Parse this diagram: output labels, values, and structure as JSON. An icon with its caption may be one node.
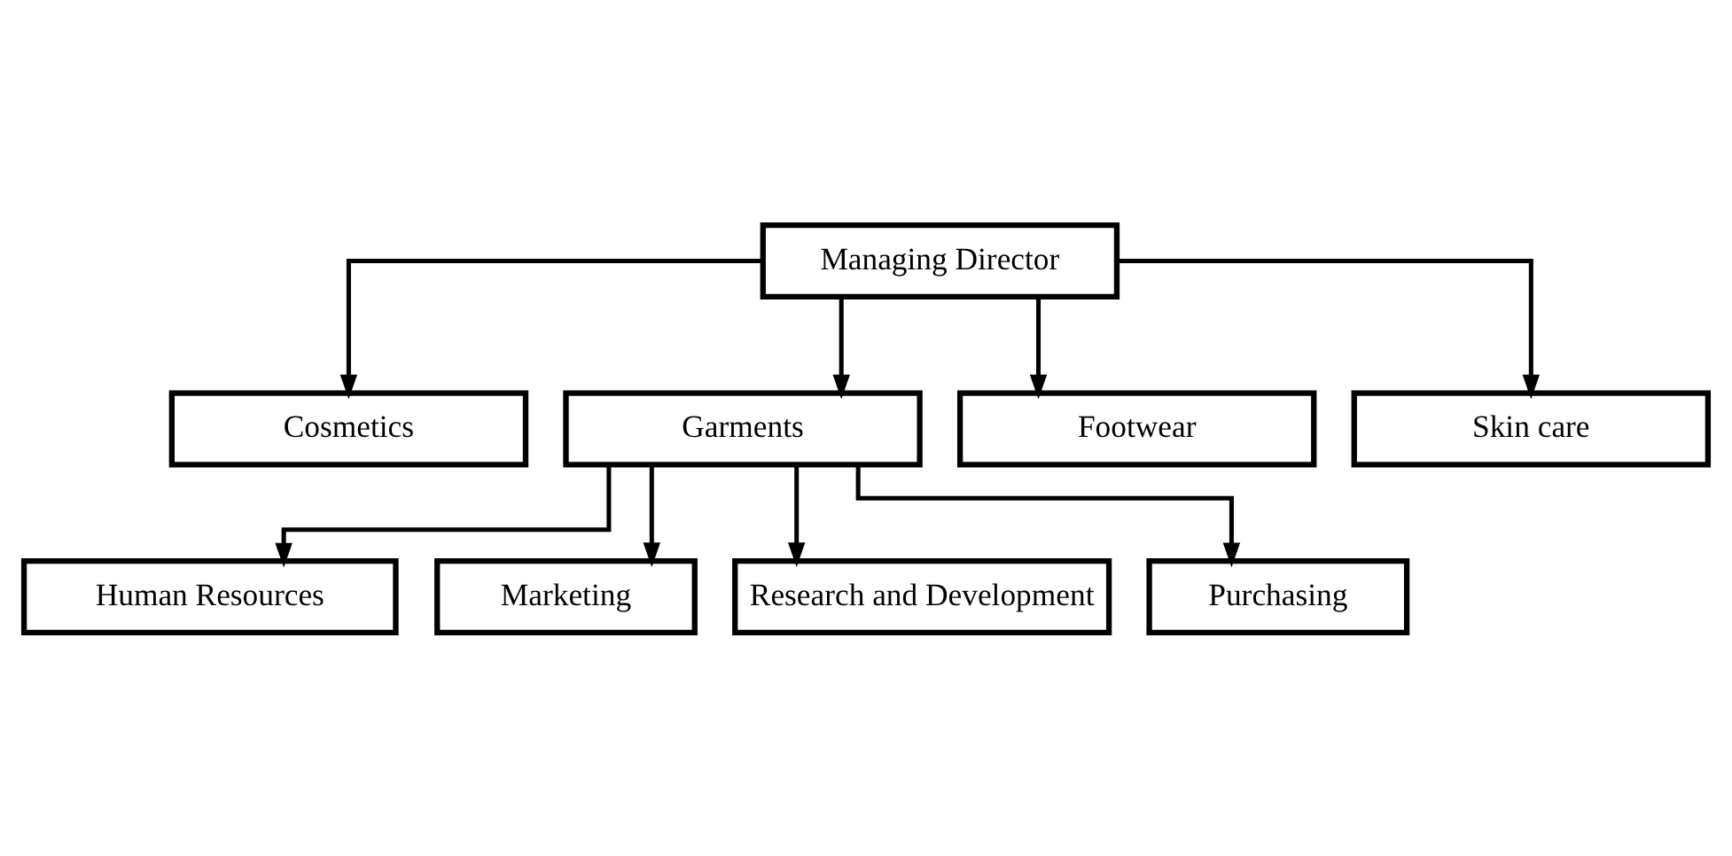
{
  "diagram": {
    "nodes": [
      {
        "text": [
          "Managing Director"
        ]
      },
      {
        "text": [
          "Cosmetics"
        ]
      },
      {
        "text": [
          "Garments"
        ]
      },
      {
        "text": [
          "Footwear"
        ]
      },
      {
        "text": [
          "Skin care"
        ]
      },
      {
        "text": [
          "Human Resources"
        ]
      },
      {
        "text": [
          "Marketing"
        ]
      },
      {
        "text": [
          "Research and Development"
        ]
      },
      {
        "text": [
          "Purchasing"
        ]
      }
    ],
    "edges": [
      {
        "from": 0,
        "to": 1,
        "arrow": "to"
      },
      {
        "from": 0,
        "to": 2,
        "arrow": "to"
      },
      {
        "from": 0,
        "to": 3,
        "arrow": "to"
      },
      {
        "from": 0,
        "to": 4,
        "arrow": "to"
      },
      {
        "from": 2,
        "to": 5,
        "arrow": "to"
      },
      {
        "from": 2,
        "to": 6,
        "arrow": "to"
      },
      {
        "from": 2,
        "to": 7,
        "arrow": "to"
      },
      {
        "from": 2,
        "to": 8,
        "arrow": "to"
      }
    ]
  }
}
